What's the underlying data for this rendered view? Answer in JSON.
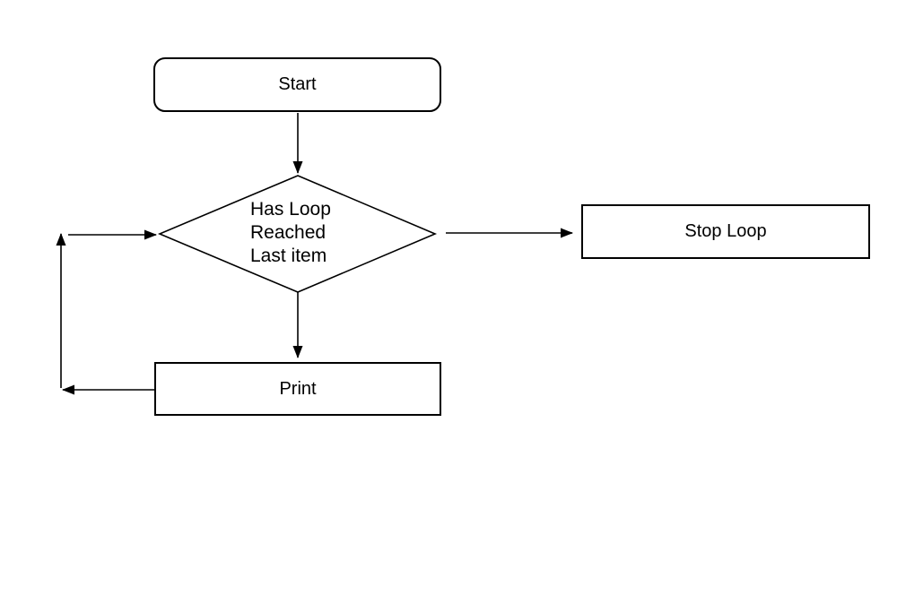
{
  "canvas": {
    "background_color": "#ffffff",
    "line_color": "#000000",
    "text_color": "#000000"
  },
  "nodes": {
    "start": {
      "label": "Start",
      "shape": "rounded-rectangle"
    },
    "decision": {
      "shape": "diamond",
      "lines": [
        "Has Loop",
        "Reached",
        "Last item"
      ]
    },
    "stop": {
      "label": "Stop Loop",
      "shape": "rectangle"
    },
    "print": {
      "label": "Print",
      "shape": "rectangle"
    }
  },
  "edges": [
    {
      "from": "start",
      "to": "decision",
      "direction": "down"
    },
    {
      "from": "decision",
      "to": "stop",
      "direction": "right"
    },
    {
      "from": "decision",
      "to": "print",
      "direction": "down"
    },
    {
      "from": "print",
      "to": "decision",
      "direction": "loop-back-left-up-right"
    }
  ]
}
